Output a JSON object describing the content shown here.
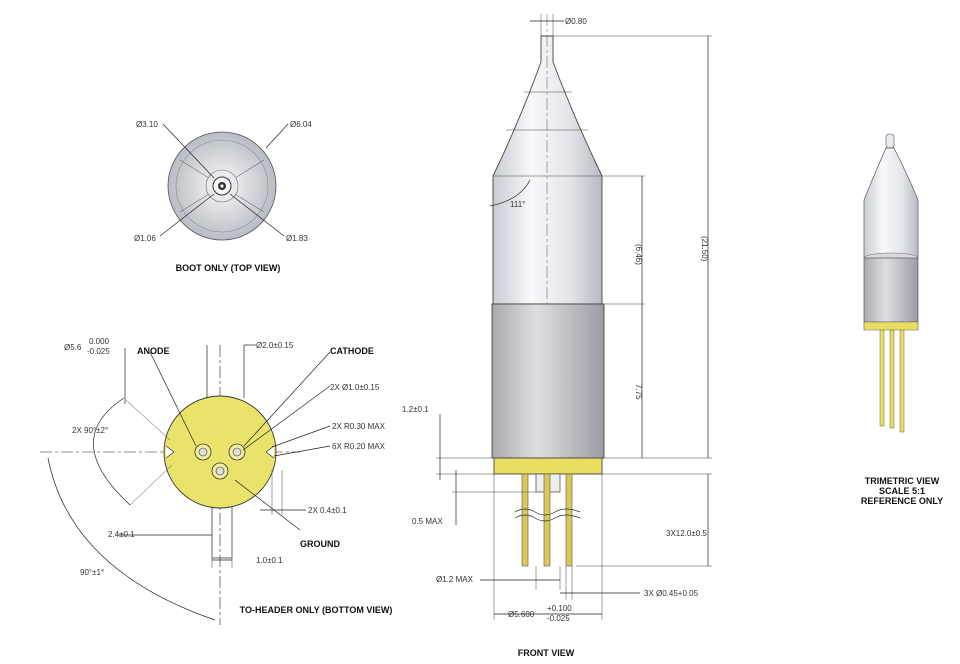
{
  "labels": {
    "boot_top_view": "BOOT ONLY (TOP VIEW)",
    "bottom_view": "TO-HEADER ONLY (BOTTOM VIEW)",
    "front_view": "FRONT VIEW",
    "trimetric_1": "TRIMETRIC VIEW",
    "trimetric_2": "SCALE 5:1",
    "trimetric_3": "REFERENCE ONLY",
    "anode": "ANODE",
    "cathode": "CATHODE",
    "ground": "GROUND"
  },
  "dims": {
    "top_d_310": "Ø3.10",
    "top_d_604": "Ø6.04",
    "top_d_106": "Ø1.06",
    "top_d_183": "Ø1.83",
    "b_d56": "Ø5.6",
    "b_tol_hi": "0.000",
    "b_tol_lo": "-0.025",
    "b_d20": "Ø2.0±0.15",
    "b_d10": "2X  Ø1.0±0.15",
    "b_r030": "2X R0.30 MAX",
    "b_r020": "6X R0.20 MAX",
    "b_ang": "2X 90°±2°",
    "b_24": "2.4±0.1",
    "b_04": "2X 0.4±0.1",
    "b_10": "1.0±0.1",
    "b_90": "90°±1°",
    "f_080": "Ø0.80",
    "f_111": "111°",
    "f_646": "(6.46)",
    "f_2150": "(21.50)",
    "f_775": "7.75",
    "f_12": "1.2±0.1",
    "f_05": "0.5 MAX",
    "f_12max": "Ø1.2 MAX",
    "f_3x12": "3X12.0±0.5",
    "f_3x045": "3X  Ø0.45+0.05",
    "f_5600": "Ø5.600",
    "f_tol_hi": "+0.100",
    "f_tol_lo": "-0.025"
  },
  "colors": {
    "gold": "#e8df62",
    "silver": "#c7c7cc",
    "boot": "#eceef2",
    "pin": "#d9c95a"
  }
}
